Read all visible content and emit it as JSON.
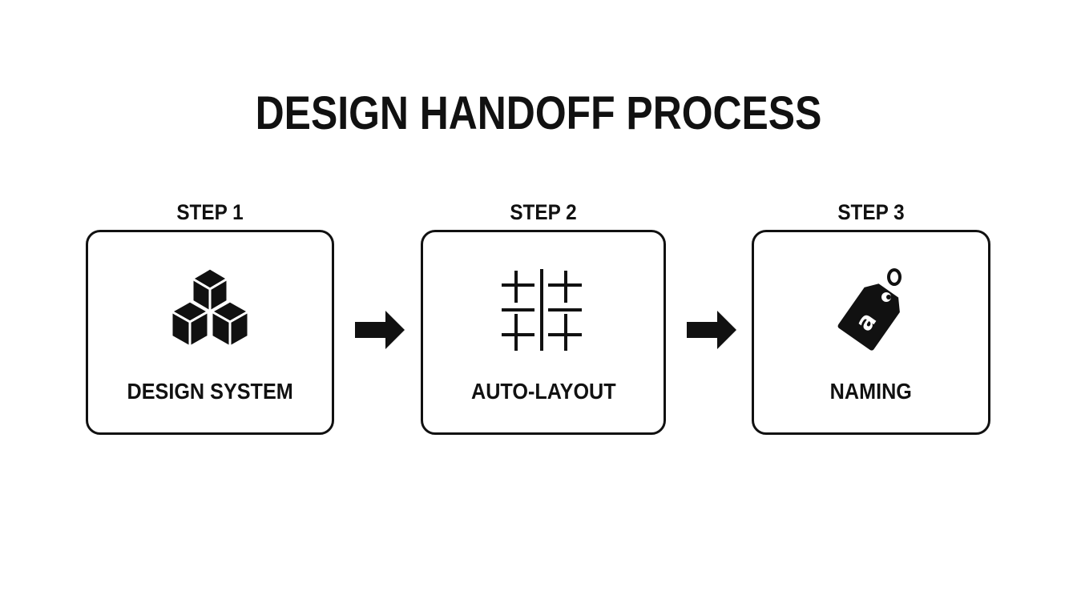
{
  "title": "DESIGN HANDOFF PROCESS",
  "steps": [
    {
      "step_label": "STEP 1",
      "name": "DESIGN SYSTEM",
      "icon": "cubes-icon"
    },
    {
      "step_label": "STEP 2",
      "name": "AUTO-LAYOUT",
      "icon": "layout-grid-icon"
    },
    {
      "step_label": "STEP 3",
      "name": "NAMING",
      "icon": "name-tag-icon"
    }
  ],
  "connectors": [
    {
      "icon": "arrow-right-icon"
    },
    {
      "icon": "arrow-right-icon"
    }
  ],
  "colors": {
    "ink": "#111111",
    "background": "#ffffff"
  }
}
